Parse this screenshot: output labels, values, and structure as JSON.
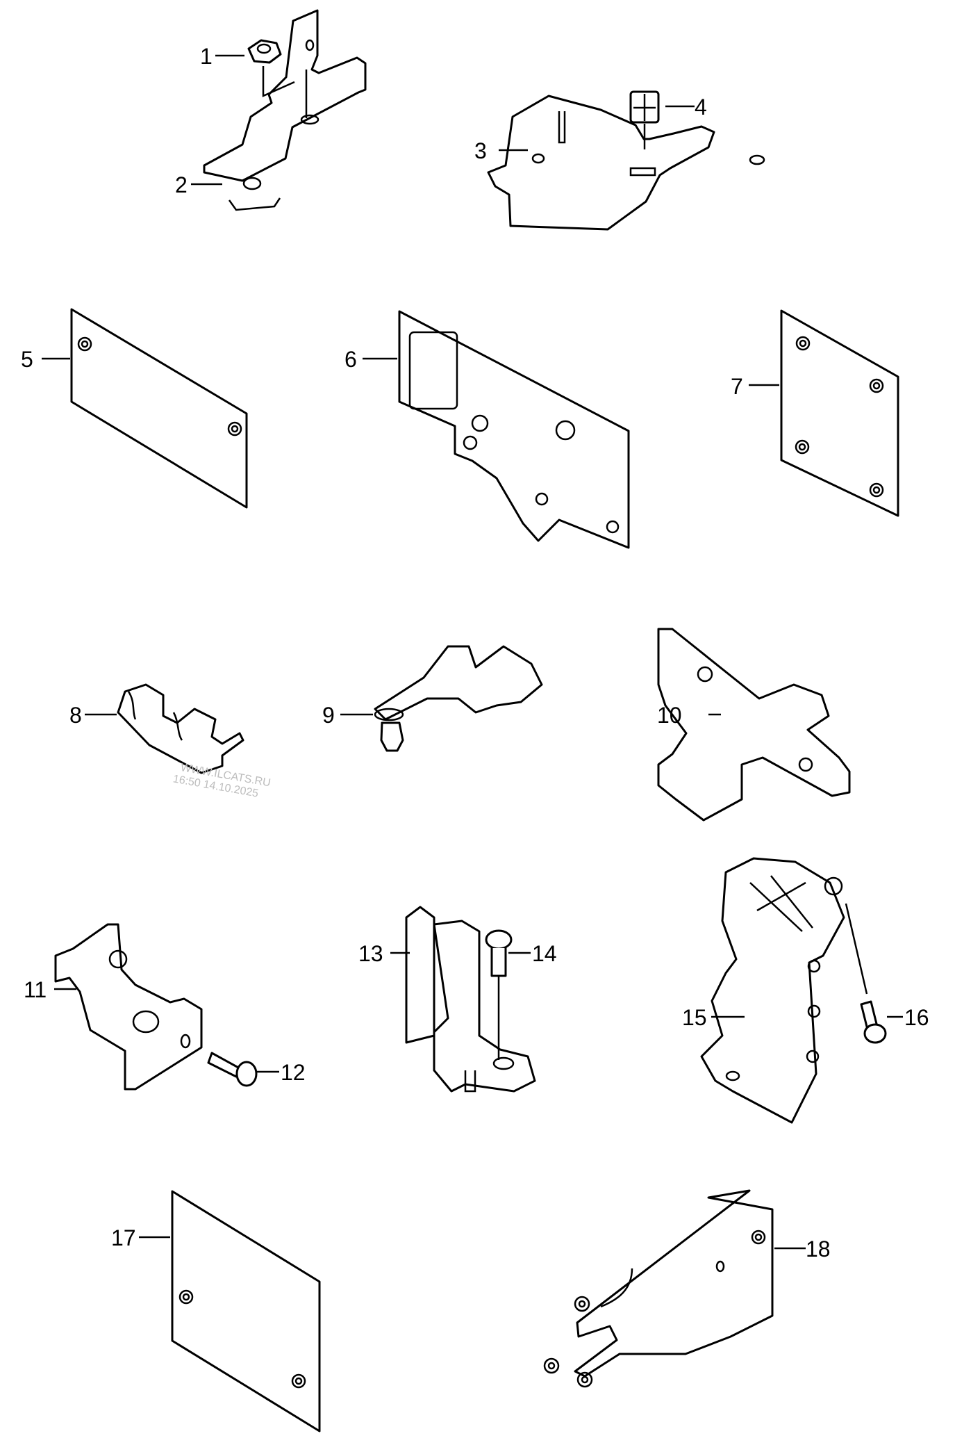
{
  "diagram": {
    "type": "exploded parts diagram",
    "callouts": [
      {
        "number": "1",
        "part": "hex-flange-nut"
      },
      {
        "number": "2",
        "part": "bracket"
      },
      {
        "number": "3",
        "part": "mounting-bracket"
      },
      {
        "number": "4",
        "part": "clip"
      },
      {
        "number": "5",
        "part": "insulation-pad"
      },
      {
        "number": "6",
        "part": "insulation-pad-with-cutout"
      },
      {
        "number": "7",
        "part": "insulation-pad-square"
      },
      {
        "number": "8",
        "part": "double-pipe-clip"
      },
      {
        "number": "9",
        "part": "pipe-clip-with-push-pin"
      },
      {
        "number": "10",
        "part": "holder"
      },
      {
        "number": "11",
        "part": "bracket"
      },
      {
        "number": "12",
        "part": "bolt"
      },
      {
        "number": "13",
        "part": "holder"
      },
      {
        "number": "14",
        "part": "bolt"
      },
      {
        "number": "15",
        "part": "holder"
      },
      {
        "number": "16",
        "part": "bolt"
      },
      {
        "number": "17",
        "part": "insulation-pad"
      },
      {
        "number": "18",
        "part": "heat-shield"
      }
    ]
  },
  "watermark": {
    "line1": "WWW.ILCATS.RU",
    "line2": "16:50 14.10.2025"
  }
}
